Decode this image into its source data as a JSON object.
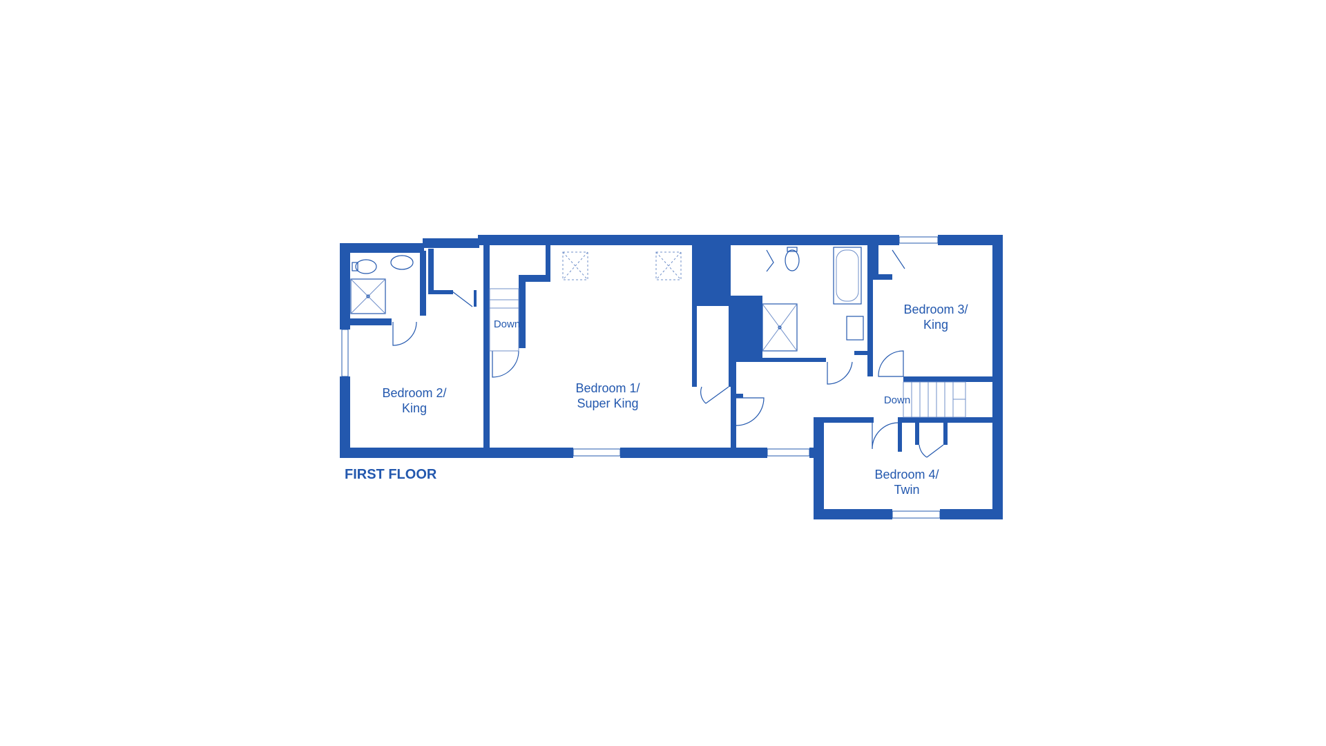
{
  "floor_label": "FIRST FLOOR",
  "rooms": [
    {
      "line1": "Bedroom 1/",
      "line2": "Super King"
    },
    {
      "line1": "Bedroom 2/",
      "line2": "King"
    },
    {
      "line1": "Bedroom 3/",
      "line2": "King"
    },
    {
      "line1": "Bedroom 4/",
      "line2": "Twin"
    }
  ],
  "stairs": [
    {
      "label": "Down"
    },
    {
      "label": "Down"
    }
  ],
  "colors": {
    "wall": "#2358ae",
    "background": "#ffffff"
  }
}
